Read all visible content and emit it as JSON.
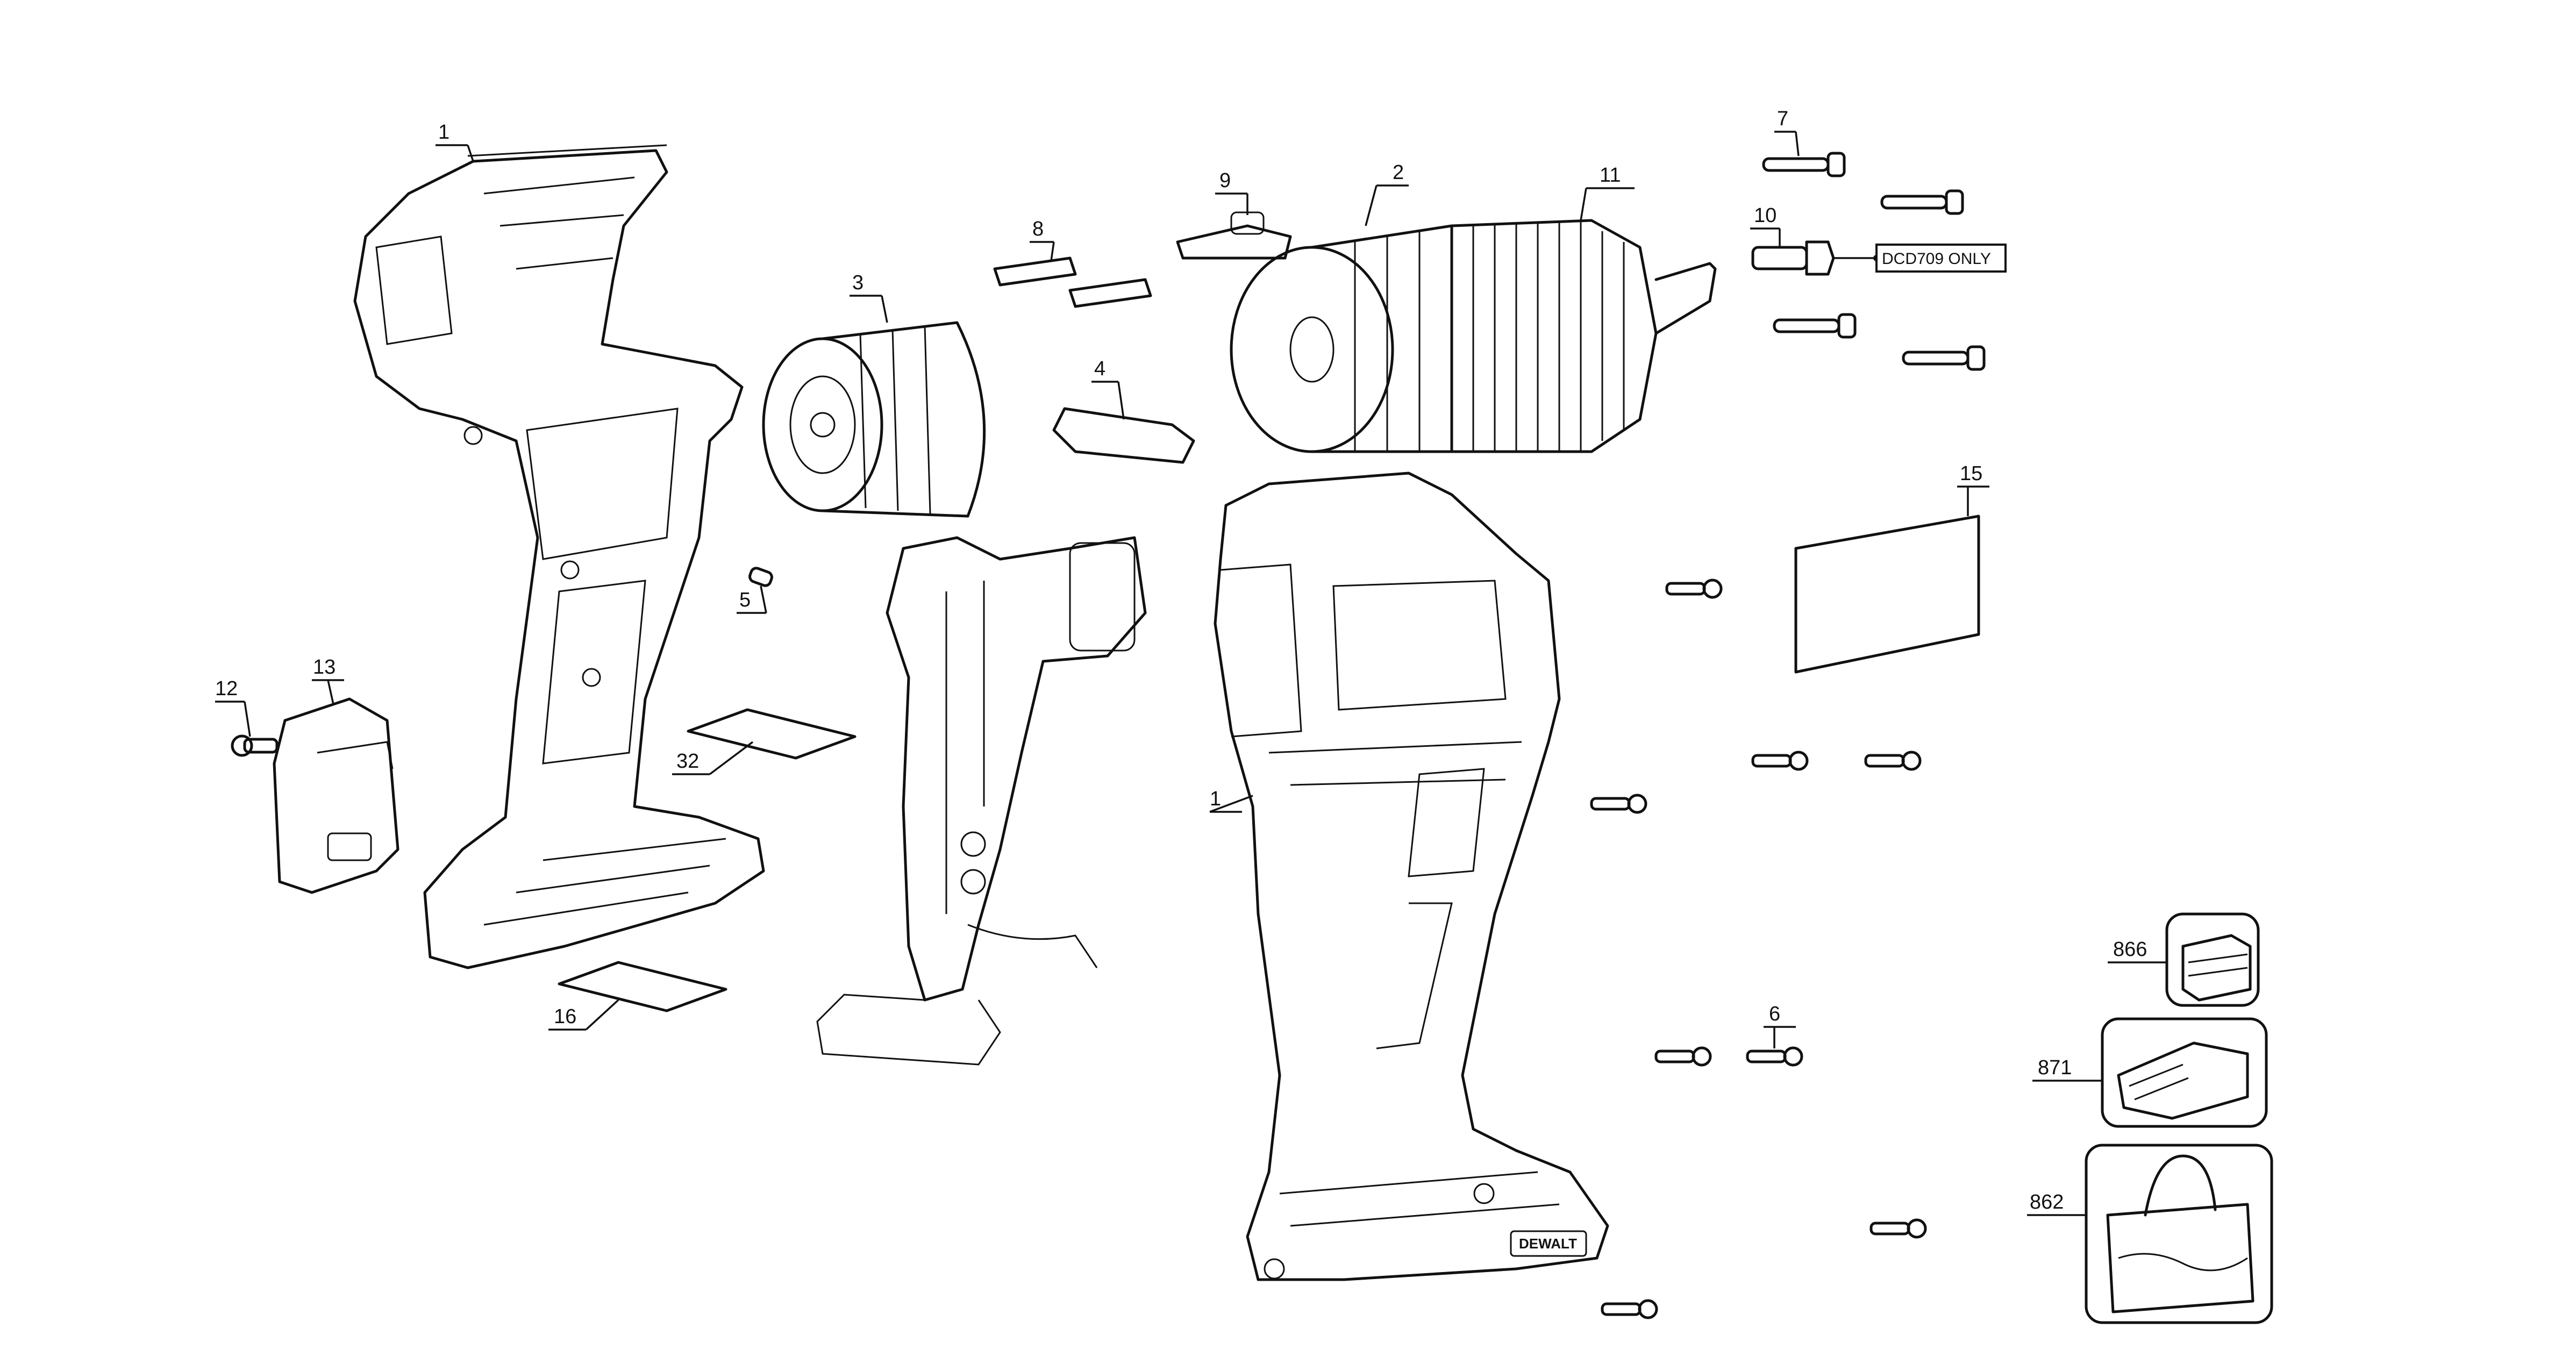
{
  "labels": {
    "p1a": "1",
    "p1b": "1",
    "p2": "2",
    "p3": "3",
    "p4": "4",
    "p5": "5",
    "p6": "6",
    "p7": "7",
    "p8": "8",
    "p9": "9",
    "p10": "10",
    "p11": "11",
    "p12": "12",
    "p13": "13",
    "p15": "15",
    "p16": "16",
    "p32": "32",
    "p862": "862",
    "p866": "866",
    "p871": "871"
  },
  "notes": {
    "dcd709": "DCD709 ONLY"
  },
  "brand": {
    "logo": "DEWALT"
  }
}
